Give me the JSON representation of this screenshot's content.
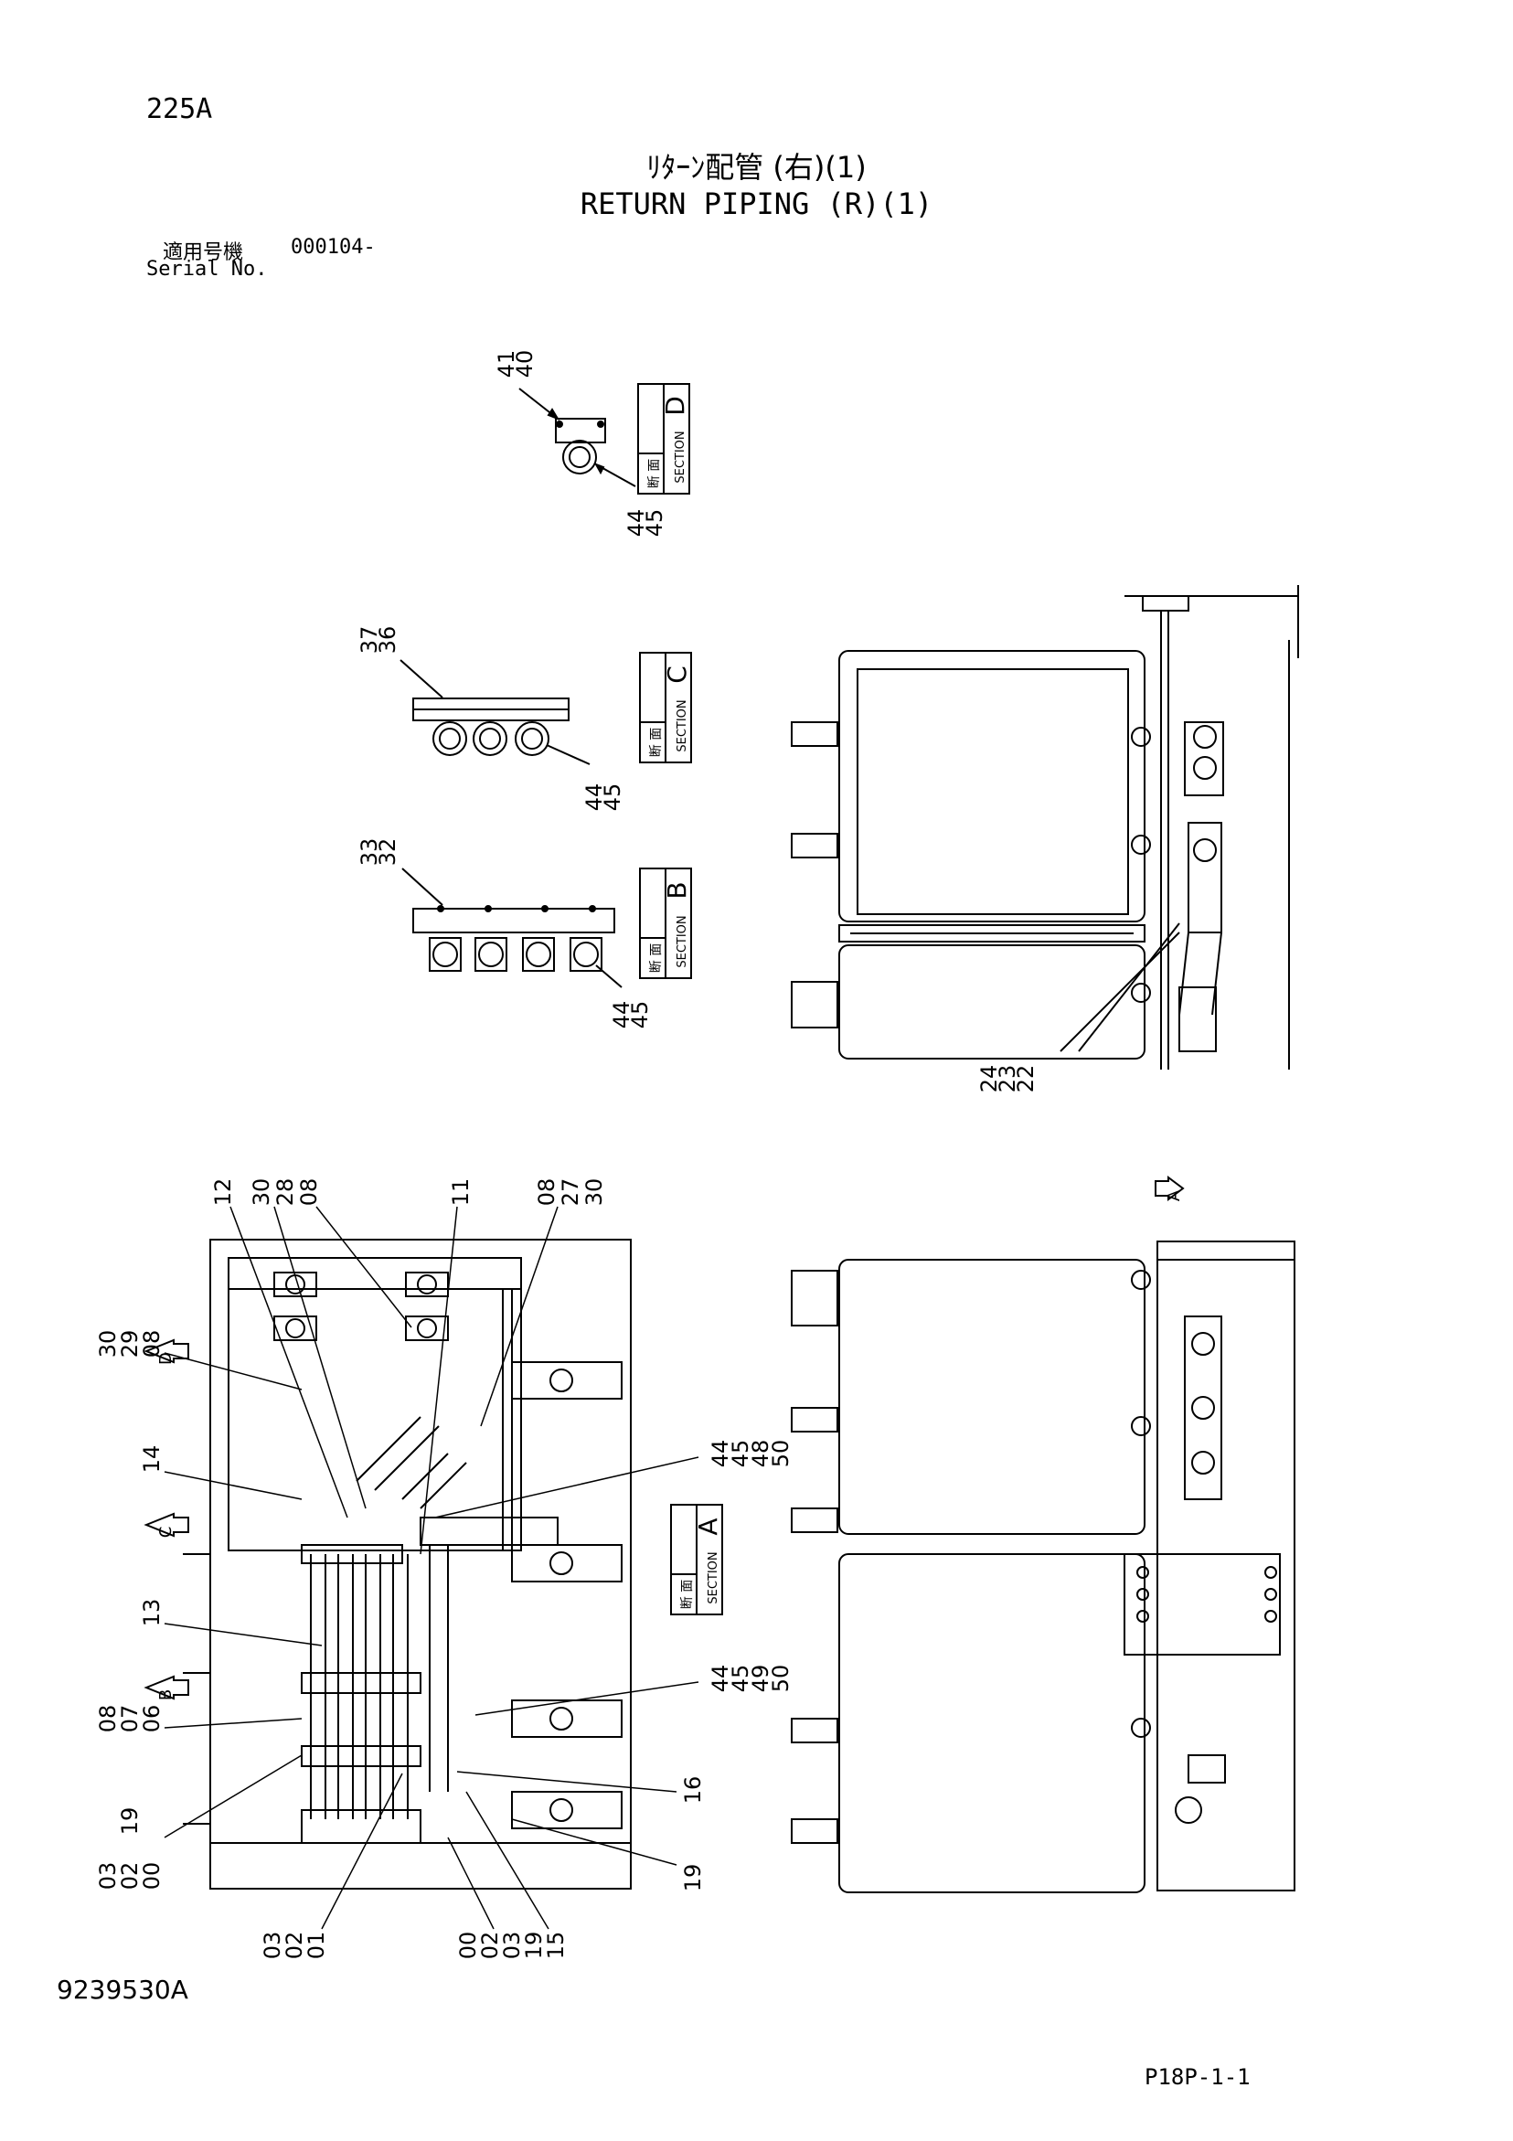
{
  "header": {
    "model_code": "225A",
    "title_jp": "ﾘﾀｰﾝ配管 (右)(1)",
    "title_en": "RETURN PIPING (R)(1)",
    "serial_label_jp": "適用号機",
    "serial_value": "000104-",
    "serial_label_en": "Serial No."
  },
  "footer": {
    "document_code": "9239530A",
    "page_number": "P18P-1-1"
  },
  "section_labels": {
    "jp": "断 面",
    "en": "SECTION"
  },
  "sections": [
    {
      "id": "sec-d",
      "letter": "D",
      "callouts": [
        "41",
        "40",
        "44",
        "45"
      ]
    },
    {
      "id": "sec-c",
      "letter": "C",
      "callouts": [
        "37",
        "36",
        "44",
        "45"
      ]
    },
    {
      "id": "sec-b",
      "letter": "B",
      "callouts": [
        "33",
        "32",
        "44",
        "45"
      ]
    },
    {
      "id": "sec-a",
      "letter": "A",
      "callouts": []
    }
  ],
  "view_arrows": [
    "D",
    "C",
    "B",
    "A"
  ],
  "callouts": {
    "side_view": [
      "24",
      "23",
      "22"
    ],
    "top_cluster": [
      "12",
      "30",
      "28",
      "08",
      "11",
      "08",
      "27",
      "30"
    ],
    "left_d": [
      "30",
      "29",
      "08"
    ],
    "left_14": "14",
    "left_13": "13",
    "left_b": [
      "08",
      "07",
      "06"
    ],
    "left_bottom": [
      "03",
      "02",
      "00",
      "19"
    ],
    "bottom_row": [
      "03",
      "02",
      "01",
      "00",
      "02",
      "03",
      "19",
      "15"
    ],
    "right_a1": [
      "44",
      "45",
      "48",
      "50"
    ],
    "right_a2": [
      "44",
      "45",
      "49",
      "50"
    ],
    "right_16": "16",
    "right_19": "19"
  }
}
